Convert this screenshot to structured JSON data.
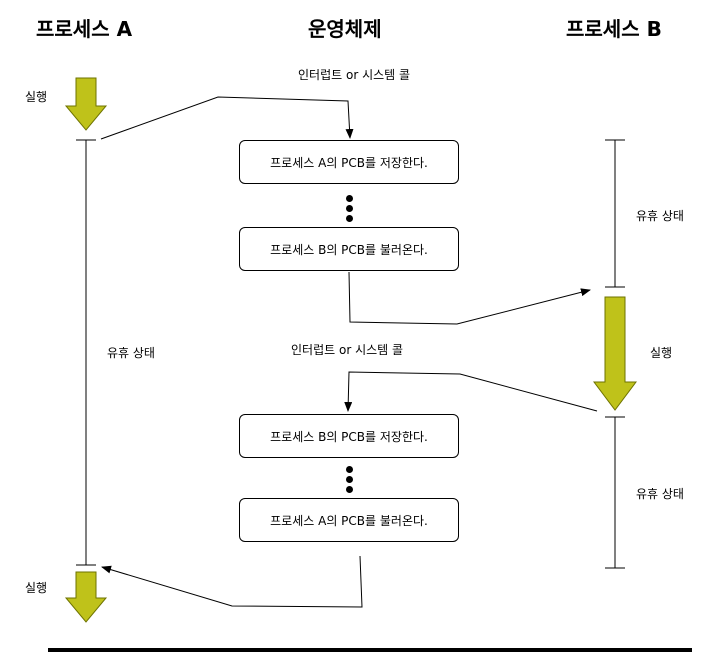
{
  "headers": {
    "process_a": "프로세스 A",
    "os": "운영체제",
    "process_b": "프로세스 B"
  },
  "labels": {
    "running": "실행",
    "idle": "유휴 상태",
    "interrupt": "인터럽트 or 시스템 콜"
  },
  "boxes": {
    "save_a": "프로세스 A의 PCB를 저장한다.",
    "load_b": "프로세스 B의 PCB를 불러온다.",
    "save_b": "프로세스 B의 PCB를 저장한다.",
    "load_a": "프로세스 A의 PCB를 불러온다."
  },
  "colors": {
    "arrow_fill": "#BFC21A",
    "arrow_stroke": "#6E7300"
  }
}
